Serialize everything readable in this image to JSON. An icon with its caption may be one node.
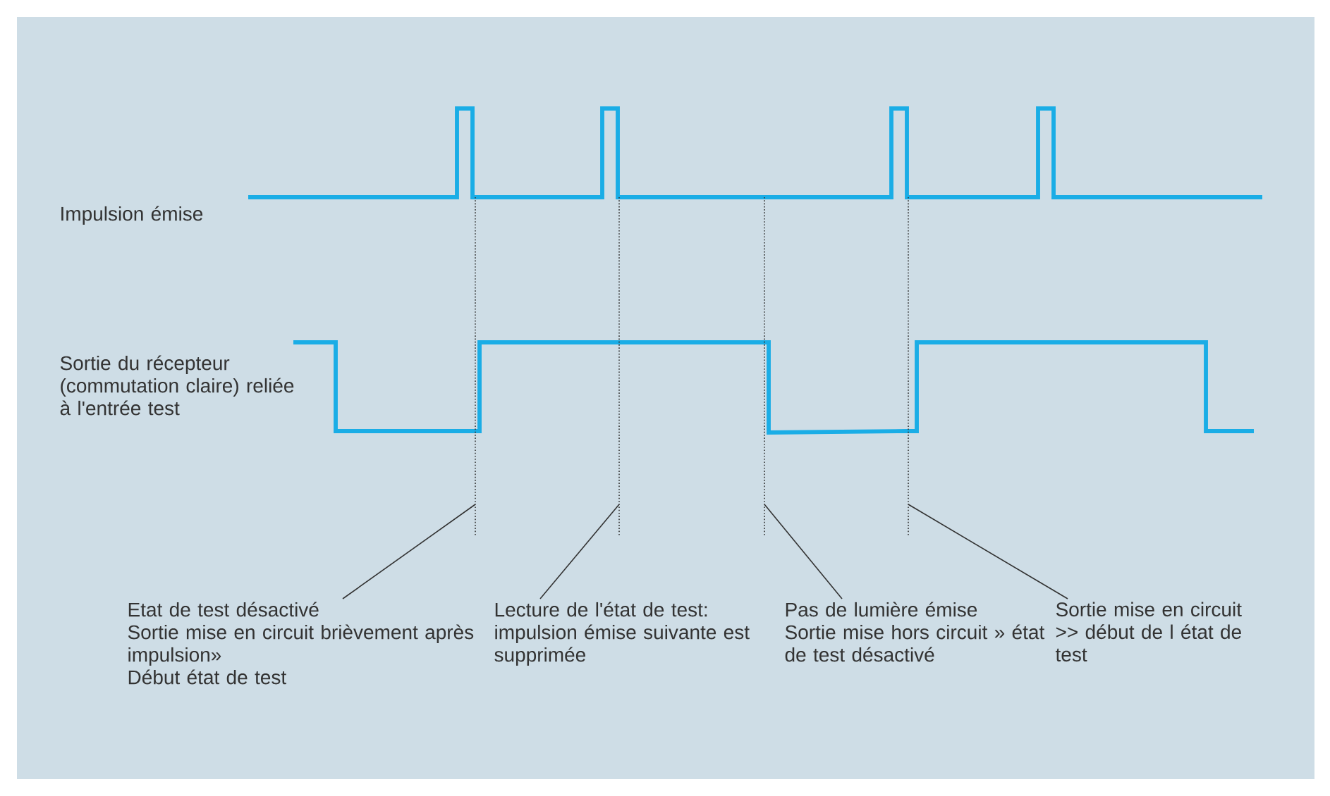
{
  "diagram": {
    "nodes": [
      {
        "text": [
          "Etat de test désactivé",
          "Sortie mise en circuit brièvement après impulsion»",
          "Début état de test"
        ]
      },
      {
        "text": [
          "Lecture de l'état de test: impulsion émise suivante est supprimée"
        ]
      },
      {
        "text": [
          "Pas de lumière émise",
          "Sortie mise hors circuit » état de test désactivé"
        ]
      },
      {
        "text": [
          "Sortie mise en circuit >> début de l état de test"
        ]
      }
    ],
    "edges": [
      {
        "from": 0,
        "to": null,
        "arrow": "none"
      },
      {
        "from": 1,
        "to": null,
        "arrow": "none"
      },
      {
        "from": 2,
        "to": null,
        "arrow": "none"
      },
      {
        "from": 3,
        "to": null,
        "arrow": "none"
      }
    ],
    "labels": [
      "Impulsion émise",
      "Sortie du récepteur (commutation claire) reliée à l'entrée test"
    ]
  }
}
